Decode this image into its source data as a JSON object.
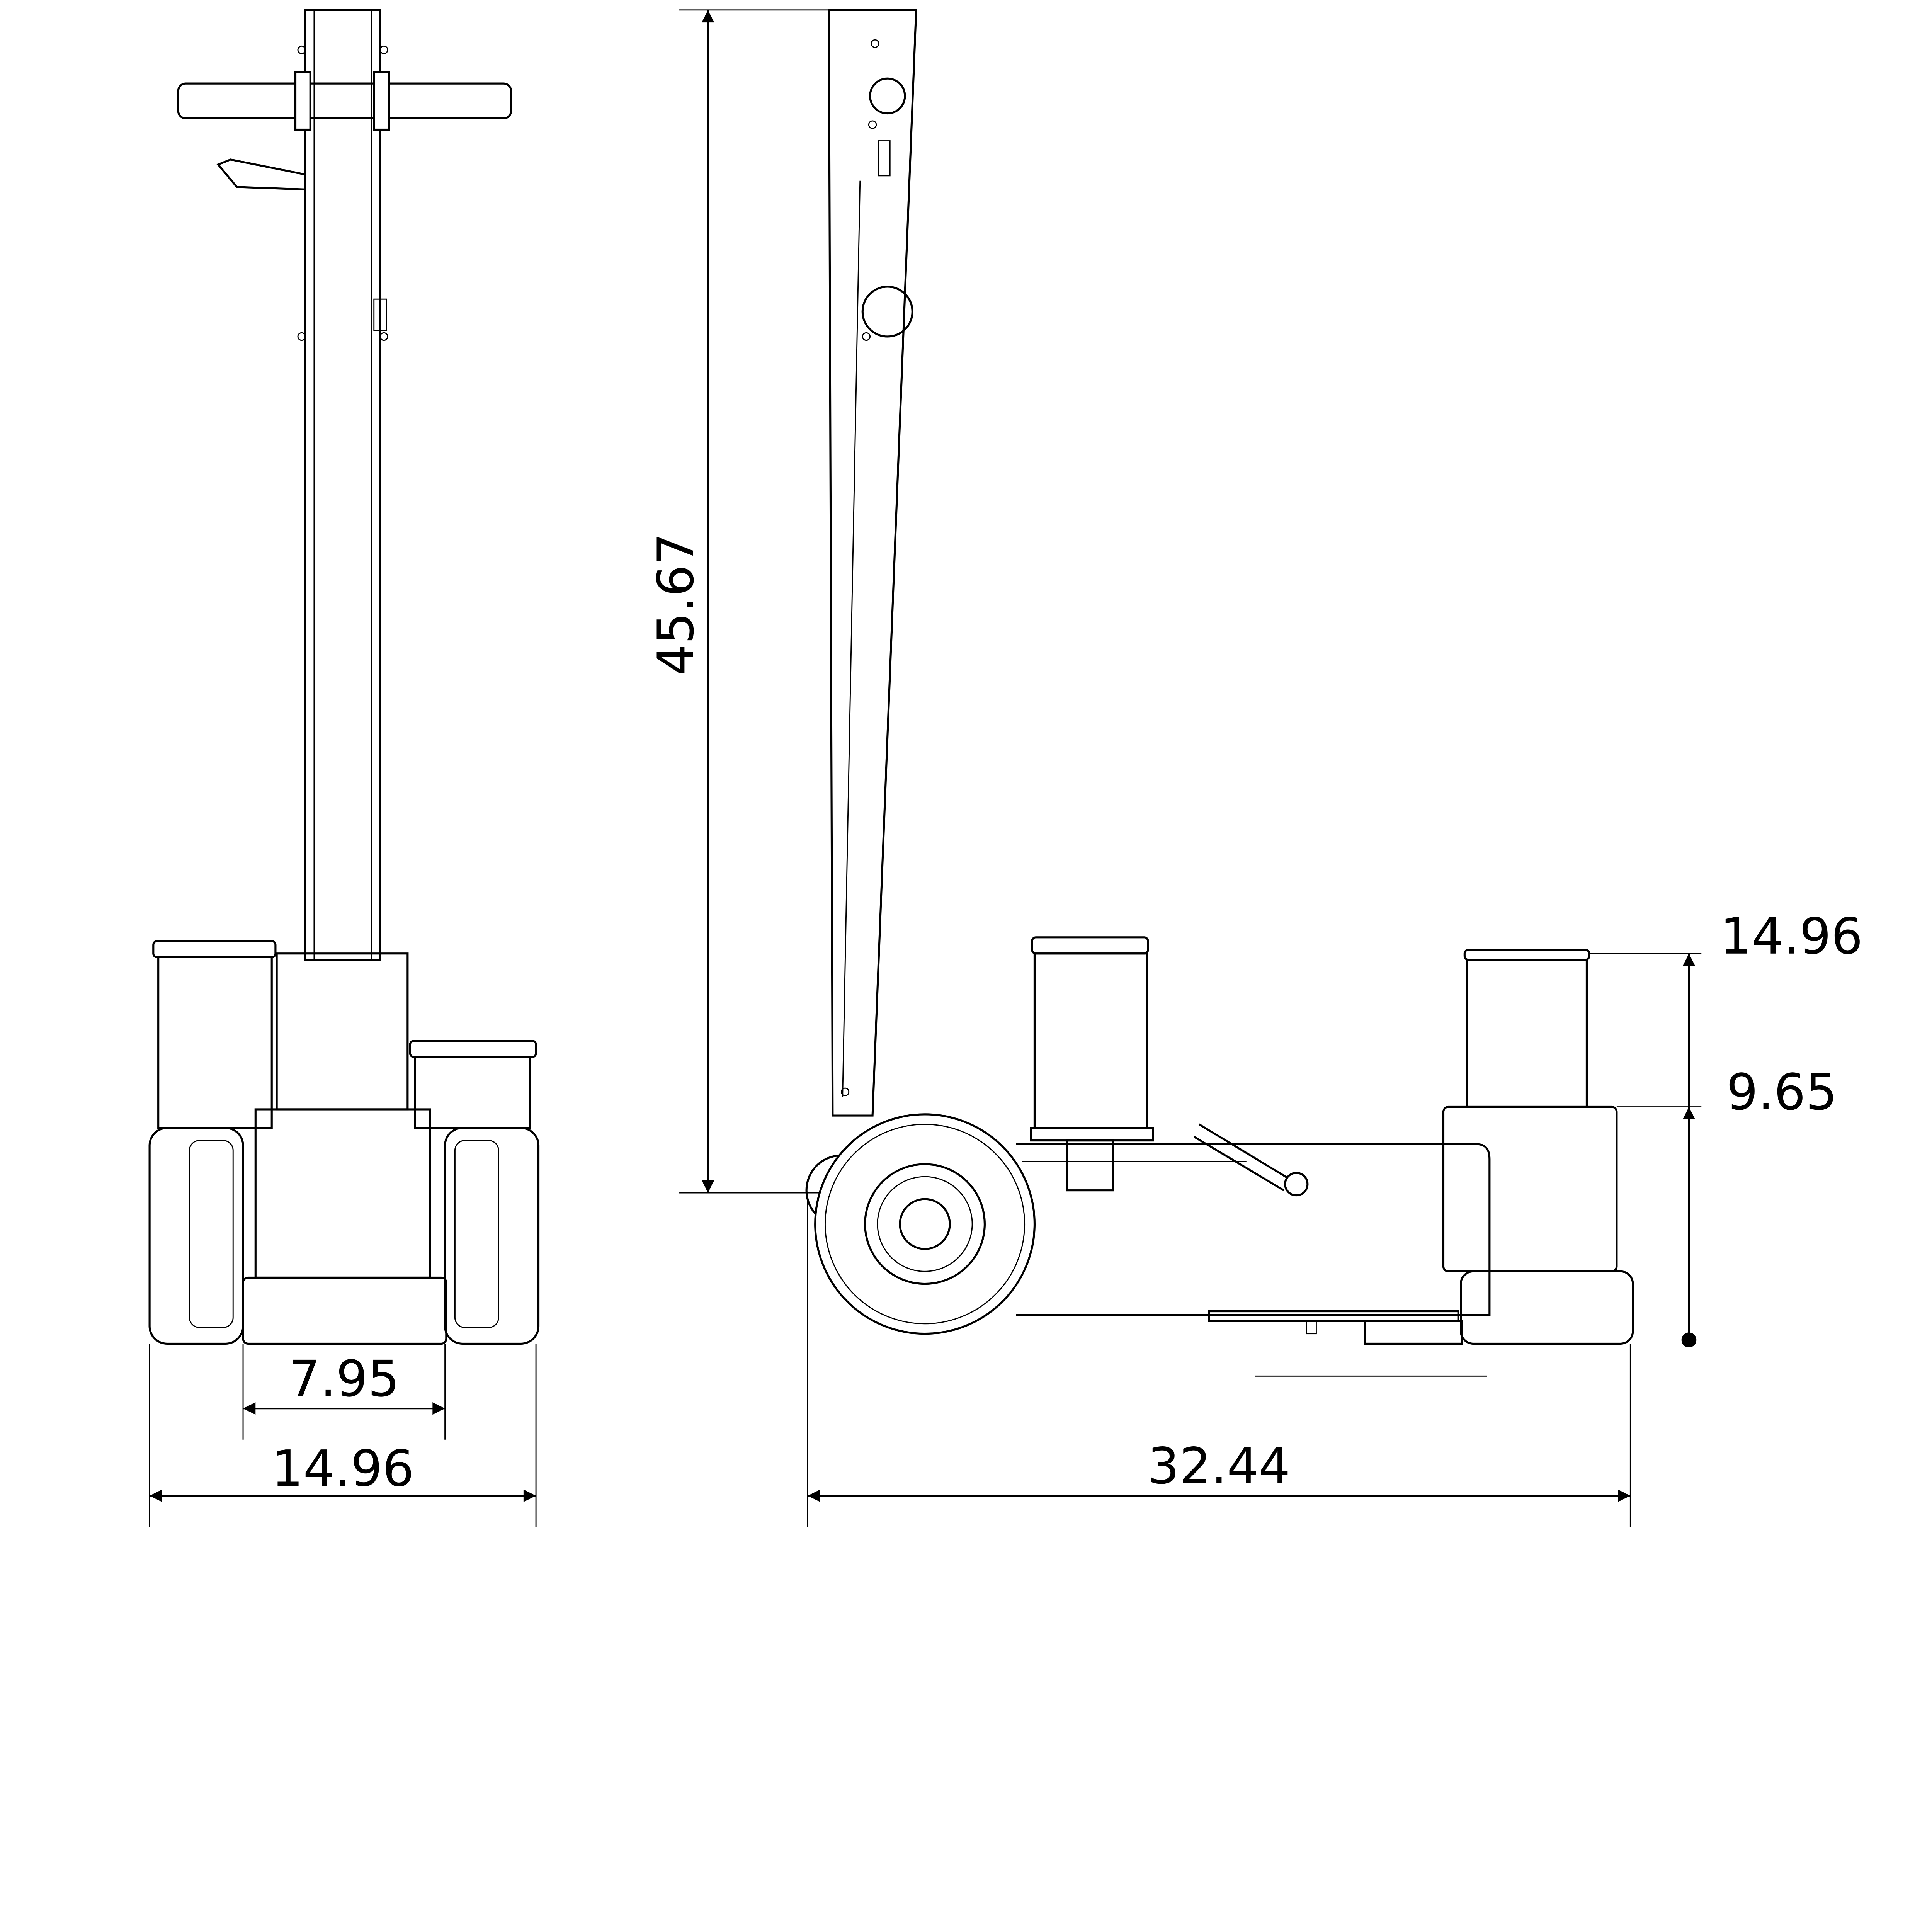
{
  "drawing": {
    "views": [
      "front-view",
      "side-view"
    ],
    "line_color": "#000000",
    "background": "#ffffff"
  },
  "dimensions": {
    "front_inner_width": "7.95",
    "front_overall_width": "14.96",
    "overall_height": "45.67",
    "overall_length": "32.44",
    "max_lift_height": "14.96",
    "min_height": "9.65"
  }
}
